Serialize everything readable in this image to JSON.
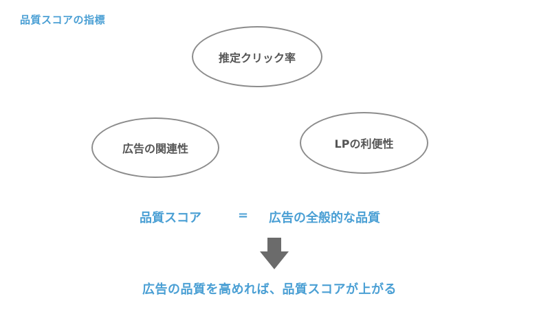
{
  "title": "品質スコアの指標",
  "factors": {
    "ctr": "推定クリック率",
    "relevance": "広告の関連性",
    "lp": "LPの利便性"
  },
  "equation": {
    "left": "品質スコア",
    "sign": "=",
    "right": "広告の全般的な品質"
  },
  "conclusion": "広告の品質を高めれば、品質スコアが上がる",
  "colors": {
    "accent": "#4a9fd4",
    "ellipse_border": "#8c8c8c",
    "text": "#555555",
    "arrow": "#6b6b6b"
  }
}
